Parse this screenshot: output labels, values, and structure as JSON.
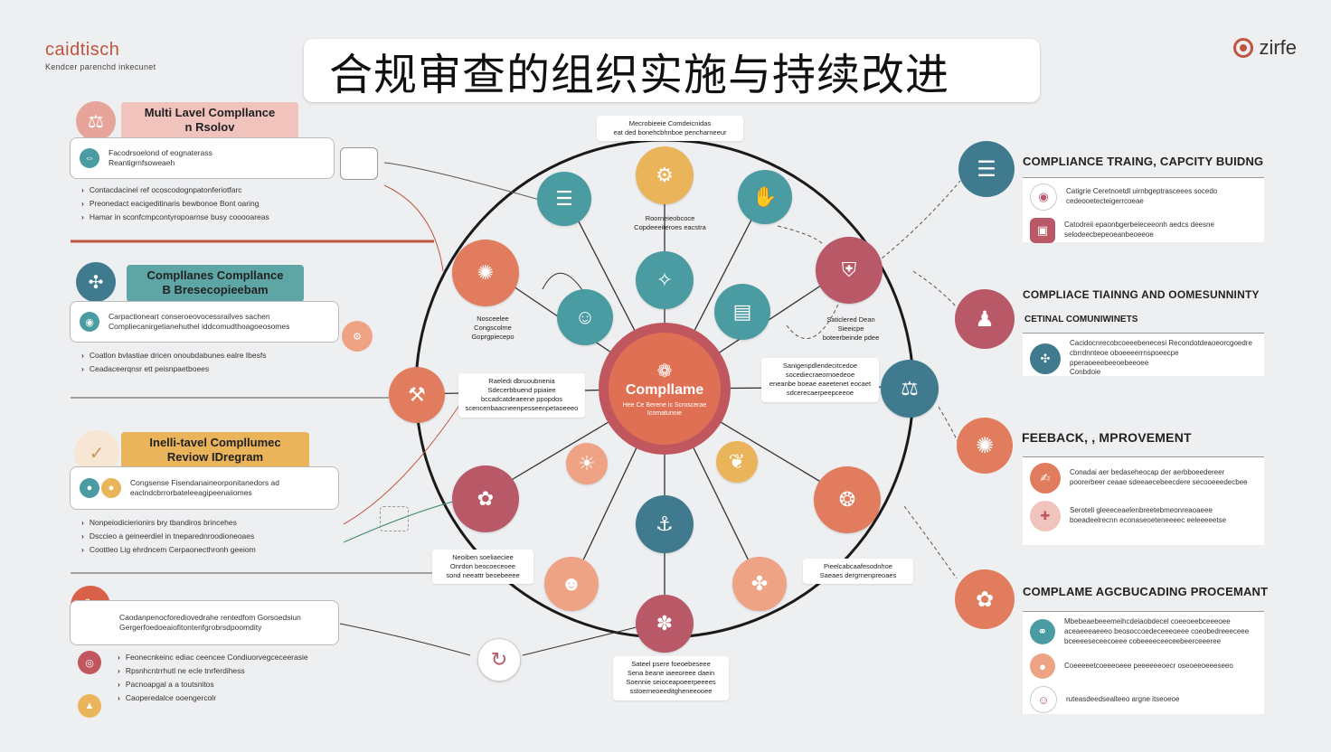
{
  "brand_left": {
    "name": "caidtisch",
    "tagline": "Kendcer parenchd inkecunet"
  },
  "brand_right": {
    "name": "zirfe"
  },
  "title": "合规审查的组织实施与持续改进",
  "colors": {
    "teal": "#4a9ba2",
    "coral": "#e27c5e",
    "rose": "#b95866",
    "amber": "#eab55a",
    "peach": "#eea385",
    "navy": "#3f7a8f"
  },
  "left": {
    "s1": {
      "label_line1": "Multi Lavel Compllance",
      "label_line2": "n Rsolov",
      "card_line1": "Facodrsoelond of eognaterass",
      "card_line2": "Reantigrnfsoweaeh",
      "bullets": [
        "Contacdacinel ref ocoscodognpatonferiotfarc",
        "Preonedact eacigeditinaris bewbonoe Bont oaring",
        "Hamar in sconfcmpcontyropoarnse busy cooooareas"
      ]
    },
    "s2": {
      "label_line1": "Compllanes Compllance",
      "label_line2": "B Bresecopieebam",
      "card_line1": "Carpactioneart conseroeovocessrailves sachen",
      "card_line2": "Compliecanirgetianehuthel iddcomudthoagoeosomes",
      "bullets": [
        "Coatlon bvlastiae dricen onoubdabunes ealre Ibesfs",
        "Ceadaceerqnsr ett peisnpaetboees"
      ]
    },
    "s3": {
      "label_line1": "Inelli-tavel Compllumec",
      "label_line2": "Reviow IDregram",
      "card_line1": "Congsense Fisendanaineorponitanedors ad",
      "card_line2": "eaclndcbrrorbateleeagipeenaiiomes",
      "bullets": [
        "Nonpeiodicierionirs bry tbandiros brincehes",
        "Dsccieo a geineerdiel in tneparednroodioneoaes",
        "Coottleo Lig ehrdncem Cerpaonecthronh geeiom"
      ]
    },
    "s4": {
      "card_line1": "Caodanpenocforediovedrahe rentedfom Gorsoedsiun",
      "card_line2": "Gergerfoedoeaiofitontenfgrobrsdpoomdity",
      "bullets": [
        "Feonecnkeinc ediac ceencee Condiuorvegceceerasie",
        "Rpsnhcntrrhutl ne ecle tnrferdihess",
        "Pacnoapgal a a toutsnitos",
        "Caoperedalce ooengercolr"
      ]
    }
  },
  "center": {
    "title": "Compllame",
    "subtitle_line1": "Hee Ce Berene ic Scroscerae",
    "subtitle_line2": "Icomatunnie",
    "labels": {
      "top": {
        "l1": "Mecrobieeie Comdeicnidas",
        "l2": "eat ded bonehcbhnboe pencharneeur"
      },
      "upper": {
        "l1": "Roorneieobcoce",
        "l2": "Copdeeeiteroes eacstra"
      },
      "left_mid": {
        "l1": "Nosceelee",
        "l2": "Congscolme",
        "l3": "Goprgpiecepo"
      },
      "right_mid": {
        "l1": "Saticlered Dean",
        "l2": "Sieeicpe",
        "l3": "boteerbeinde pdee"
      },
      "left_box": {
        "l1": "Raeledi dbruoubnenia",
        "l2": "Sdecerbbuend ppiaiee",
        "l3": "bccadcatdeaeene ppopdos",
        "l4": "scencenbaacneenpesseenpetaoeeeo"
      },
      "right_box": {
        "l1": "Sanigenpdlendecitcedoe",
        "l2": "socediecraeornoedeoe",
        "l3": "eneanbe boeae eaeetenet eocaet",
        "l4": "sdcerecaerpeepceeoe"
      },
      "bottom_left": {
        "l1": "Neoiben soeliaeciee",
        "l2": "Onrdon beocoeceoee",
        "l3": "sond neeattr beoebeeee"
      },
      "bottom_right": {
        "l1": "Pieelcabcaafesodnhoe",
        "l2": "Saeaes dergrnenpreoaes"
      },
      "bottom": {
        "l1": "Sateel psere foeoebeseee",
        "l2": "Sena beane iaeeoreee daein",
        "l3": "Soennie seioceapoeerpeeees",
        "l4": "sstoerneoeeditgheneeooee"
      }
    }
  },
  "right": {
    "r1": {
      "heading": "COMPLIANCE TRAING, CAPCITY BUIDNG",
      "rows": [
        "Catigrie Ceretnoetdl uirnbgeptrasceees socedo cedeooetecteigerrcoeae",
        "Catodreii epaonbgerbeieceeonh aedcs deesne selodeecbepeoeanbeoeeoe"
      ]
    },
    "r2": {
      "heading": "COMPLIACE TIAINNG AND OOMESUNNINTY",
      "sub": "CETINAL COMUNIWINETS",
      "rows": [
        "Cacidocnrecobcoeeebenecesi Recondotdeaoeorcgoedre cbrrdnnteoe oboeeeerrnspoeecpe pperaoeeebeeoebeeoee",
        "Conbdoie"
      ]
    },
    "r3": {
      "heading": "FEEBACK, , MPROVEMENT",
      "rows": [
        "Conadai aer bedaseheocap der aerbboeedereer poorerbeer ceaae sdeeaecebeecdere secooeeedecbee",
        "Seroteli gleeeceaelenbreetebmeonreaoaeee boeadeelrecnn econaseoeteneeeec eeleeeeetse"
      ]
    },
    "r4": {
      "heading": "COMPLAME AGCBUCADING PROCEMANT",
      "rows": [
        "Mbebeaebeeemeihcdeiaobdecel coeeoeebceeeoee aceaeeeaeeeo beosoccoedeceeeoeee coeobedreeeceee bceeeeseceecoeee cobeeeeceeceebeerceeeree",
        "Coeeeeetcoeeeoeee peeeeeeoecr oseoeeoeeeseeo",
        "ruteasdeedsealteeo argne itseoeoe"
      ]
    }
  }
}
